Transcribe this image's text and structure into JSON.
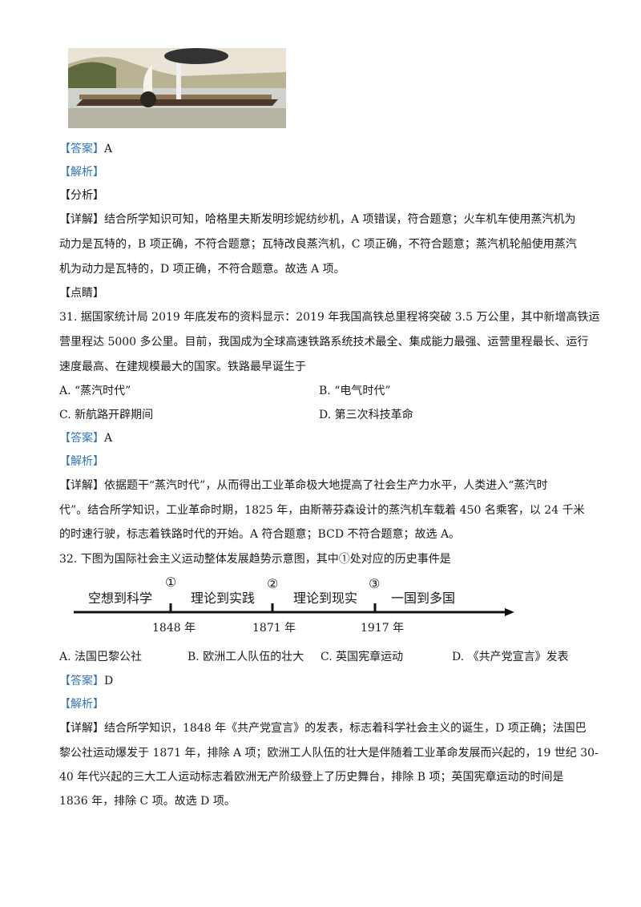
{
  "q30": {
    "image_alt": "steamboat-painting",
    "answer_label": "【答案】",
    "answer_value": "A",
    "analysis_label": "【解析】",
    "fenxi_label": "【分析】",
    "detail_label": "【详解】",
    "detail_lines": [
      "结合所学知识可知，哈格里夫斯发明珍妮纺纱机，A 项错误，符合题意；火车机车使用蒸汽机为",
      "动力是瓦特的，B 项正确，不符合题意；瓦特改良蒸汽机，C 项正确，不符合题意；蒸汽机轮船使用蒸汽",
      "机为动力是瓦特的，D 项正确，不符合题意。故选 A 项。"
    ],
    "dianjing_label": "【点睛】"
  },
  "q31": {
    "stem_lines": [
      "31. 据国家统计局 2019 年底发布的资料显示：2019 年我国高铁总里程将突破 3.5 万公里，其中新增高铁运",
      "营里程达 5000 多公里。目前，我国成为全球高速铁路系统技术最全、集成能力最强、运营里程最长、运行",
      "速度最高、在建规模最大的国家。铁路最早诞生于"
    ],
    "options": [
      "A. “蒸汽时代”",
      "B. “电气时代”",
      "C. 新航路开辟期间",
      "D. 第三次科技革命"
    ],
    "answer_label": "【答案】",
    "answer_value": "A",
    "analysis_label": "【解析】",
    "detail_label": "【详解】",
    "detail_lines": [
      "依据题干“蒸汽时代”，从而得出工业革命极大地提高了社会生产力水平，人类进入“蒸汽时",
      "代”。结合所学知识，工业革命时期，1825 年，由斯蒂芬森设计的蒸汽机车载着 450 名乘客，以 24 千米",
      "的时速行驶，标志着铁路时代的开始。A 符合题意；BCD 不符合题意；故选 A。"
    ]
  },
  "q32": {
    "stem": "32. 下图为国际社会主义运动整体发展趋势示意图，其中①处对应的历史事件是",
    "timeline": {
      "segments": [
        "空想到科学",
        "理论到实践",
        "理论到现实",
        "一国到多国"
      ],
      "markers": [
        "①",
        "②",
        "③"
      ],
      "years": [
        "1848 年",
        "1871 年",
        "1917 年"
      ]
    },
    "options": [
      "A. 法国巴黎公社",
      "B. 欧洲工人队伍的壮大",
      "C. 英国宪章运动",
      "D. 《共产党宣言》发表"
    ],
    "answer_label": "【答案】",
    "answer_value": "D",
    "analysis_label": "【解析】",
    "detail_label": "【详解】",
    "detail_lines": [
      "结合所学知识，1848 年《共产党宣言》的发表，标志着科学社会主义的诞生，D 项正确；法国巴",
      "黎公社运动爆发于 1871 年，排除 A 项；欧洲工人队伍的壮大是伴随着工业革命发展而兴起的，19 世纪 30-",
      "40 年代兴起的三大工人运动标志着欧洲无产阶级登上了历史舞台，排除 B 项；英国宪章运动的时间是",
      "1836 年，排除 C 项。故选 D 项。"
    ]
  },
  "colors": {
    "label_blue": "#2e75b6",
    "text": "#1a1a1a"
  }
}
